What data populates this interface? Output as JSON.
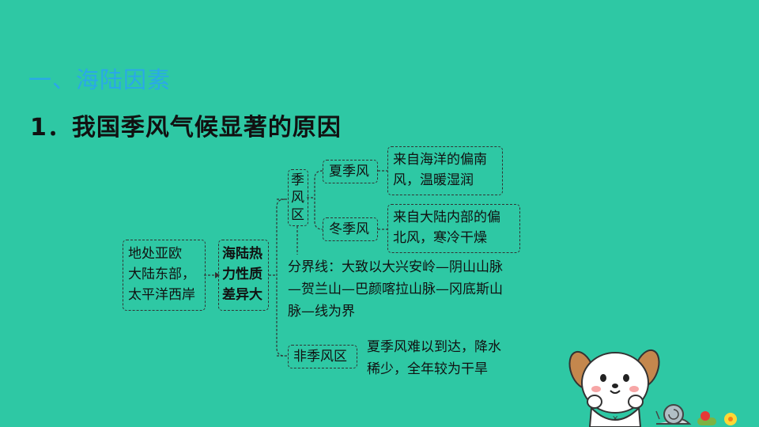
{
  "heading": "一、海陆因素",
  "subheading": "1．我国季风气候显著的原因",
  "diagram": {
    "location_lines": [
      "地处亚欧",
      "大陆东部，",
      "太平洋西岸"
    ],
    "cause_lines": [
      "海陆热",
      "力性质",
      "差异大"
    ],
    "monsoon_zone": [
      "季",
      "风",
      "区"
    ],
    "summer_monsoon": "夏季风",
    "summer_desc_lines": [
      "来自海洋的偏南",
      "风，温暖湿润"
    ],
    "winter_monsoon": "冬季风",
    "winter_desc_lines": [
      "来自大陆内部的偏",
      "北风，寒冷干燥"
    ],
    "boundary_lines": [
      "分界线：大致以大兴安岭—阴山山脉",
      "—贺兰山—巴颜喀拉山脉—冈底斯山",
      "脉—线为界"
    ],
    "non_monsoon_zone": "非季风区",
    "non_monsoon_desc_lines": [
      "夏季风难以到达，降水",
      "稀少，全年较为干旱"
    ]
  }
}
